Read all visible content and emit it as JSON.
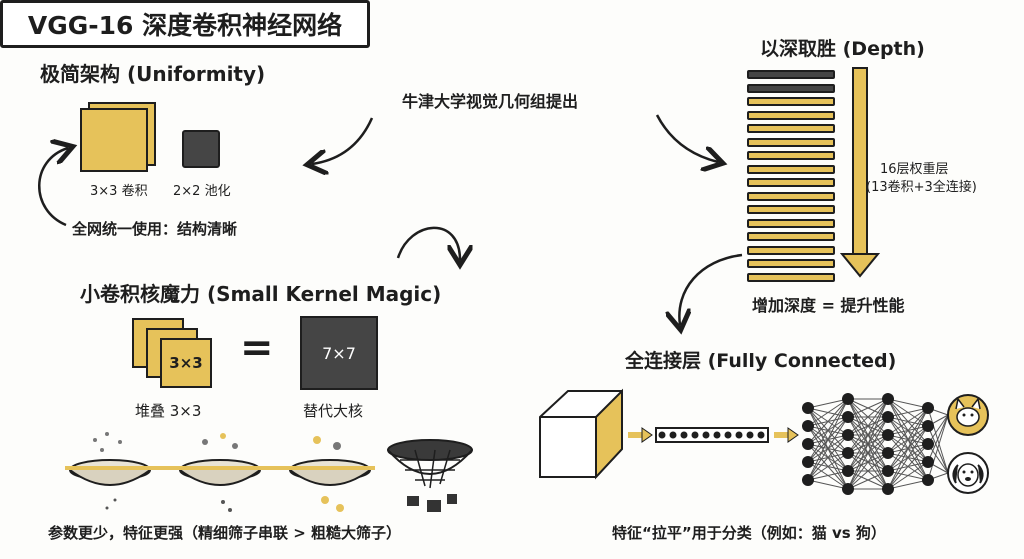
{
  "title": "VGG-16 深度卷积神经网络",
  "subtitle": "牛津大学视觉几何组提出",
  "uniformity": {
    "heading": "极简架构 (Uniformity)",
    "conv_label": "3×3 卷积",
    "pool_label": "2×2 池化",
    "caption": "全网统一使用：结构清晰"
  },
  "depth": {
    "heading": "以深取胜 (Depth)",
    "layers_label": "16层权重层",
    "layers_detail": "(13卷积+3全连接)",
    "caption": "增加深度 = 提升性能",
    "dark_layers": 2,
    "gold_layers": 14
  },
  "small_kernel": {
    "heading": "小卷积核魔力 (Small Kernel Magic)",
    "stack_kernel_label": "3×3",
    "equals": "=",
    "big_kernel_label": "7×7",
    "stack_caption": "堆叠 3×3",
    "big_caption": "替代大核",
    "sieve_caption": "参数更少，特征更强（精细筛子串联 > 粗糙大筛子）"
  },
  "fc": {
    "heading": "全连接层 (Fully Connected)",
    "caption": "特征“拉平”用于分类（例如：猫 vs 狗）",
    "flat_nodes": 10,
    "layer_sizes": [
      5,
      6,
      6,
      5
    ],
    "outputs": [
      "cat-icon",
      "dog-icon"
    ]
  },
  "colors": {
    "gold": "#e6c25a",
    "dark": "#454545",
    "ink": "#1e1e1e"
  }
}
